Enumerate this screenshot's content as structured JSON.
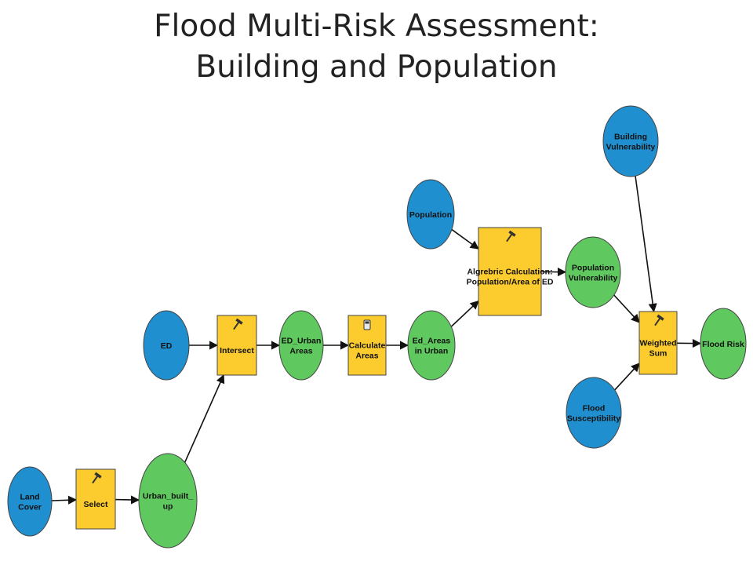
{
  "title": {
    "line1": "Flood Multi-Risk Assessment:",
    "line2": "Building and Population"
  },
  "colors": {
    "input": "#1f8fcf",
    "process": "#fccc2e",
    "output": "#5fc95f",
    "outline": "#444444",
    "arrow": "#111111"
  },
  "nodes": [
    {
      "id": "land-cover",
      "kind": "input",
      "lines": [
        "Land",
        "Cover"
      ]
    },
    {
      "id": "select",
      "kind": "process",
      "icon": "hammer-icon",
      "lines": [
        "Select"
      ]
    },
    {
      "id": "urban-built-up",
      "kind": "output",
      "lines": [
        "Urban_built_",
        "up"
      ]
    },
    {
      "id": "ed",
      "kind": "input",
      "lines": [
        "ED"
      ]
    },
    {
      "id": "intersect",
      "kind": "process",
      "icon": "hammer-icon",
      "lines": [
        "Intersect"
      ]
    },
    {
      "id": "ed-urban-areas",
      "kind": "output",
      "lines": [
        "ED_Urban",
        "Areas"
      ]
    },
    {
      "id": "calculate-areas",
      "kind": "process",
      "icon": "calculator-icon",
      "lines": [
        "Calculate",
        "Areas"
      ]
    },
    {
      "id": "ed-areas-in-urban",
      "kind": "output",
      "lines": [
        "Ed_Areas",
        "in Urban"
      ]
    },
    {
      "id": "population",
      "kind": "input",
      "lines": [
        "Population"
      ]
    },
    {
      "id": "algebraic-calculation",
      "kind": "process",
      "icon": "hammer-icon",
      "lines": [
        "Algrebric Calculation:",
        "Population/Area of ED"
      ]
    },
    {
      "id": "population-vulnerability",
      "kind": "output",
      "lines": [
        "Population",
        "Vulnerability"
      ]
    },
    {
      "id": "building-vulnerability",
      "kind": "input",
      "lines": [
        "Building",
        "Vulnerability"
      ]
    },
    {
      "id": "flood-susceptibility",
      "kind": "input",
      "lines": [
        "Flood",
        "Susceptibility"
      ]
    },
    {
      "id": "weighted-sum",
      "kind": "process",
      "icon": "hammer-icon",
      "lines": [
        "Weighted",
        "Sum"
      ]
    },
    {
      "id": "flood-risk",
      "kind": "output",
      "lines": [
        "Flood Risk"
      ]
    }
  ],
  "edges": [
    [
      "land-cover",
      "select"
    ],
    [
      "select",
      "urban-built-up"
    ],
    [
      "urban-built-up",
      "intersect"
    ],
    [
      "ed",
      "intersect"
    ],
    [
      "intersect",
      "ed-urban-areas"
    ],
    [
      "ed-urban-areas",
      "calculate-areas"
    ],
    [
      "calculate-areas",
      "ed-areas-in-urban"
    ],
    [
      "ed-areas-in-urban",
      "algebraic-calculation"
    ],
    [
      "population",
      "algebraic-calculation"
    ],
    [
      "algebraic-calculation",
      "population-vulnerability"
    ],
    [
      "population-vulnerability",
      "weighted-sum"
    ],
    [
      "building-vulnerability",
      "weighted-sum"
    ],
    [
      "flood-susceptibility",
      "weighted-sum"
    ],
    [
      "weighted-sum",
      "flood-risk"
    ]
  ]
}
